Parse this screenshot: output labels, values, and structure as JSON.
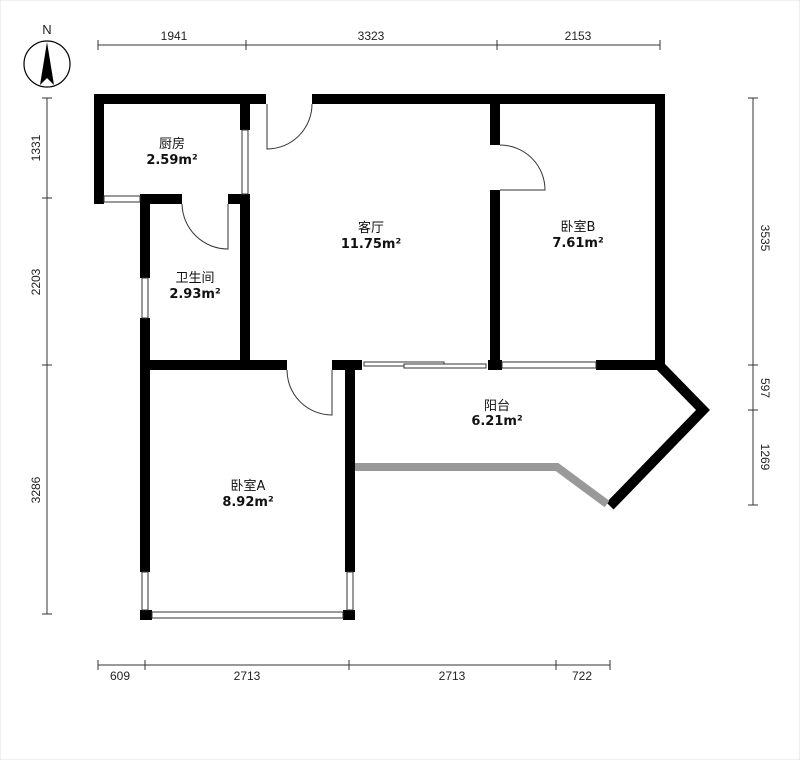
{
  "compass": {
    "label": "N"
  },
  "dimensions": {
    "top": [
      "1941",
      "3323",
      "2153"
    ],
    "left": [
      "1331",
      "2203",
      "3286"
    ],
    "right": [
      "3535",
      "597",
      "1269"
    ],
    "bottom": [
      "609",
      "2713",
      "2713",
      "722"
    ]
  },
  "rooms": [
    {
      "name": "厨房",
      "area": "2.59m²"
    },
    {
      "name": "卫生间",
      "area": "2.93m²"
    },
    {
      "name": "客厅",
      "area": "11.75m²"
    },
    {
      "name": "卧室B",
      "area": "7.61m²"
    },
    {
      "name": "阳台",
      "area": "6.21m²"
    },
    {
      "name": "卧室A",
      "area": "8.92m²"
    }
  ],
  "colors": {
    "wall": "#000000",
    "railing": "#999999"
  }
}
